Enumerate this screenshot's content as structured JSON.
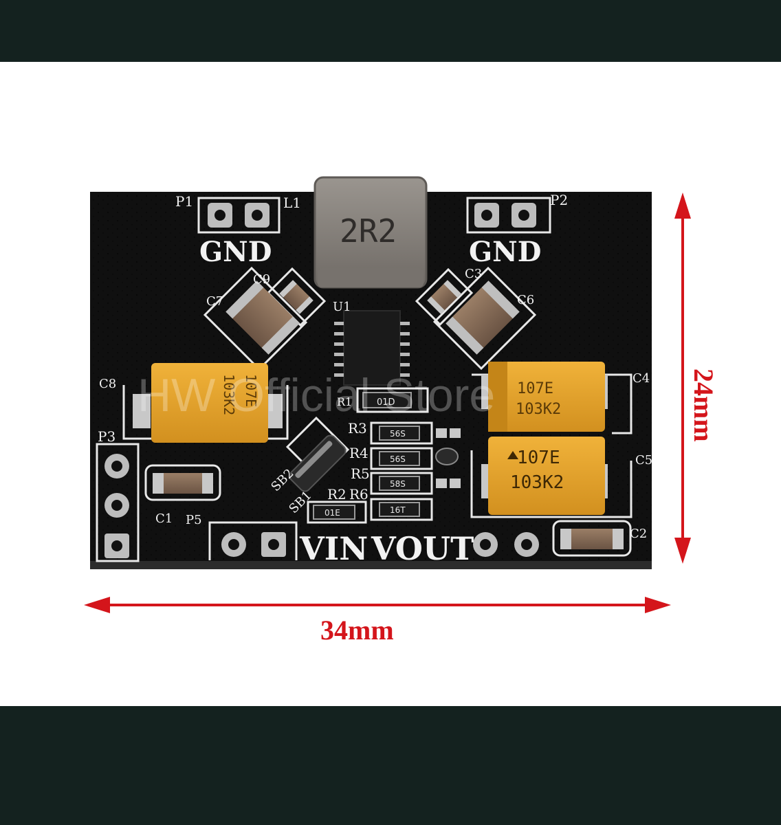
{
  "colors": {
    "frame": "#14221f",
    "background": "#ffffff",
    "pcb": "#141414",
    "silkscreen": "#f2f2f2",
    "tantalum": "#e6a32c",
    "inductor": "#8a8580",
    "dimension": "#d4151b"
  },
  "board": {
    "inductor_marking": "2R2",
    "labels": {
      "p1": "P1",
      "p2": "P2",
      "p3": "P3",
      "p5": "P5",
      "l1": "L1",
      "u1": "U1",
      "gnd_left": "GND",
      "gnd_right": "GND",
      "vin": "VIN",
      "vout": "VOUT",
      "c1": "C1",
      "c2": "C2",
      "c3": "C3",
      "c4": "C4",
      "c5": "C5",
      "c6": "C6",
      "c7": "C7",
      "c8": "C8",
      "c9": "C9",
      "r1": "R1",
      "r2": "R2",
      "r3": "R3",
      "r4": "R4",
      "r5": "R5",
      "r6": "R6",
      "sb1": "SB1",
      "sb2": "SB2"
    },
    "tantalum_top_right": {
      "line1": "107E",
      "line2": "103K2"
    },
    "tantalum_bottom_right": {
      "line1": "107E",
      "line2": "103K2"
    },
    "tantalum_left": {
      "line1": "107E",
      "line2": "103K2"
    },
    "resistor_codes": {
      "r1": "01D",
      "r3": "56S",
      "r4": "56S",
      "r5": "58S",
      "r6": "16T",
      "r2": "01E"
    }
  },
  "watermark": "HW Official Store",
  "dimensions": {
    "width_label": "34mm",
    "height_label": "24mm"
  }
}
